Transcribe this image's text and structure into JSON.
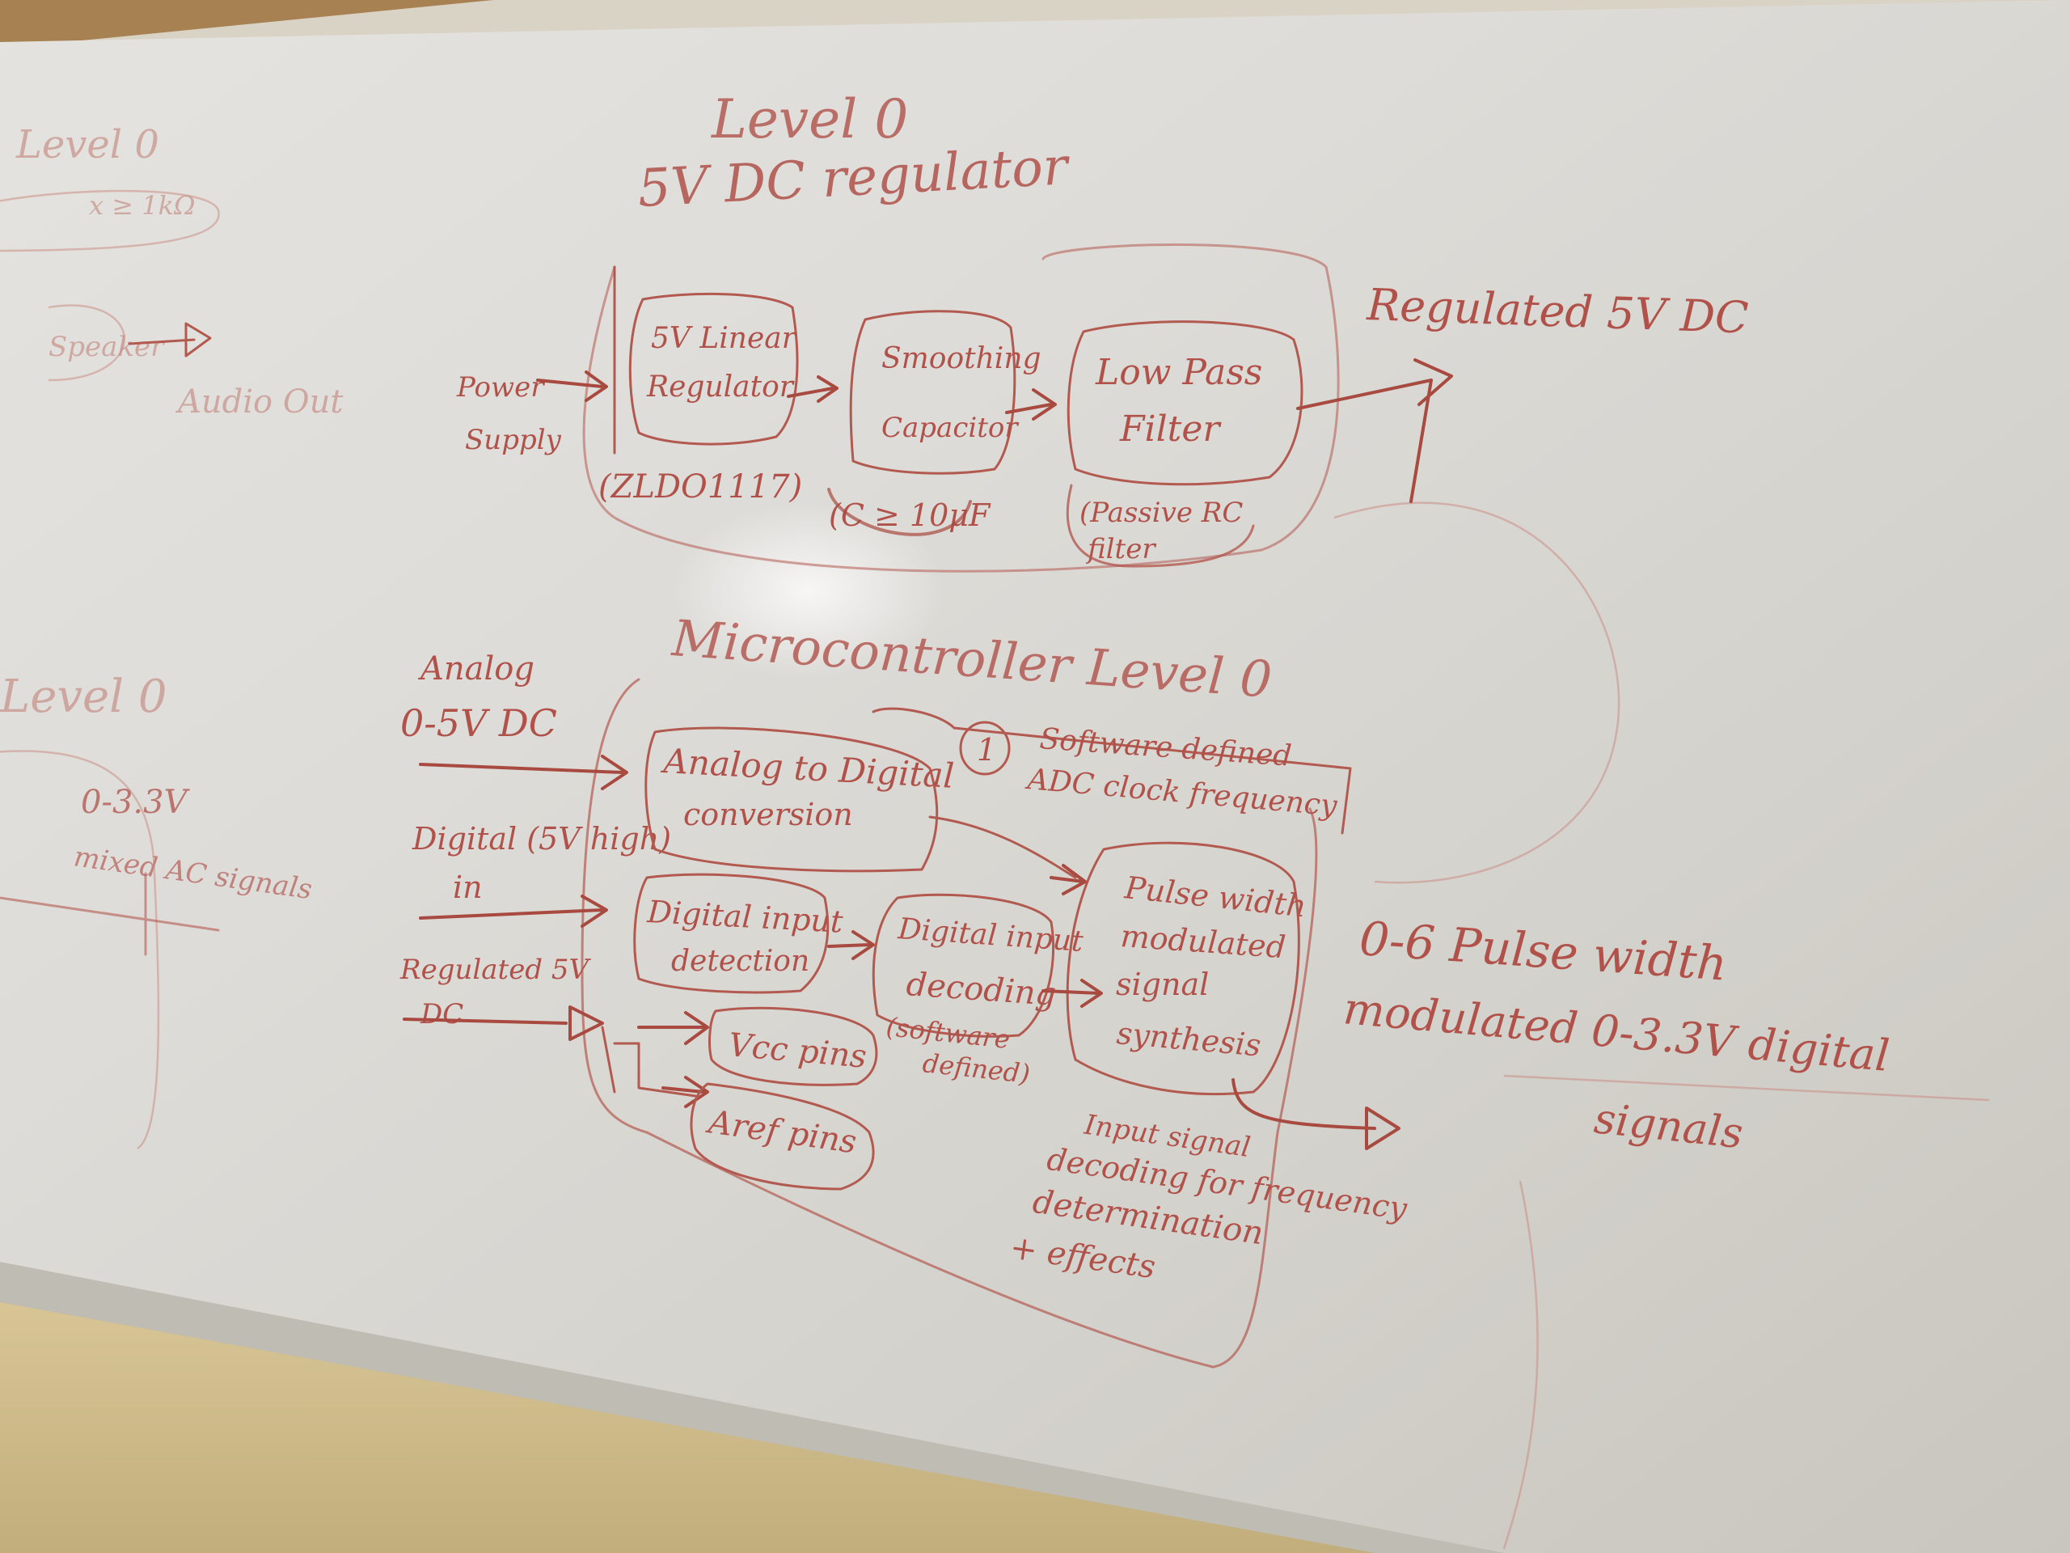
{
  "level0_power": {
    "title_line1": "Level 0",
    "title_line2": "5V DC regulator",
    "input": [
      "Power",
      "Supply"
    ],
    "blocks": [
      {
        "lines": [
          "5V Linear",
          "Regulator"
        ],
        "note": "(ZLDO1117)"
      },
      {
        "lines": [
          "Smoothing",
          "Capacitor"
        ],
        "note": "(C ≥ 10μF"
      },
      {
        "lines": [
          "Low Pass",
          "Filter"
        ],
        "note": [
          "(Passive RC",
          "filter"
        ]
      }
    ],
    "output": "Regulated 5V DC"
  },
  "micro": {
    "title": "Microcontroller Level 0",
    "inputs": {
      "analog": [
        "Analog",
        "0-5V DC"
      ],
      "digital": [
        "Digital (5V high)",
        "in"
      ],
      "regulated": [
        "Regulated 5V",
        "DC"
      ]
    },
    "blocks": {
      "adc": [
        "Analog to Digital",
        "conversion"
      ],
      "clock": [
        "Software defined",
        "ADC clock frequency"
      ],
      "pwm": [
        "Pulse width",
        "modulated",
        "signal",
        "synthesis"
      ],
      "detect": [
        "Digital input",
        "detection"
      ],
      "decode": [
        "Digital input",
        "decoding"
      ],
      "decode_note": [
        "(software",
        "defined)"
      ],
      "vcc": "Vcc pins",
      "aref": "Aref pins"
    },
    "clock_marker": "1",
    "note": [
      "Input signal",
      "decoding for frequency",
      "determination",
      "+ effects"
    ]
  },
  "output": [
    "0-6 Pulse width",
    "modulated 0-3.3V digital",
    "signals"
  ],
  "left_fragments": {
    "top": [
      "Level 0",
      "x ≥ 1kΩ",
      "Speaker",
      "Audio Out"
    ],
    "bottom": [
      "Level 0",
      "0-3.3V",
      "mixed AC signals"
    ]
  }
}
